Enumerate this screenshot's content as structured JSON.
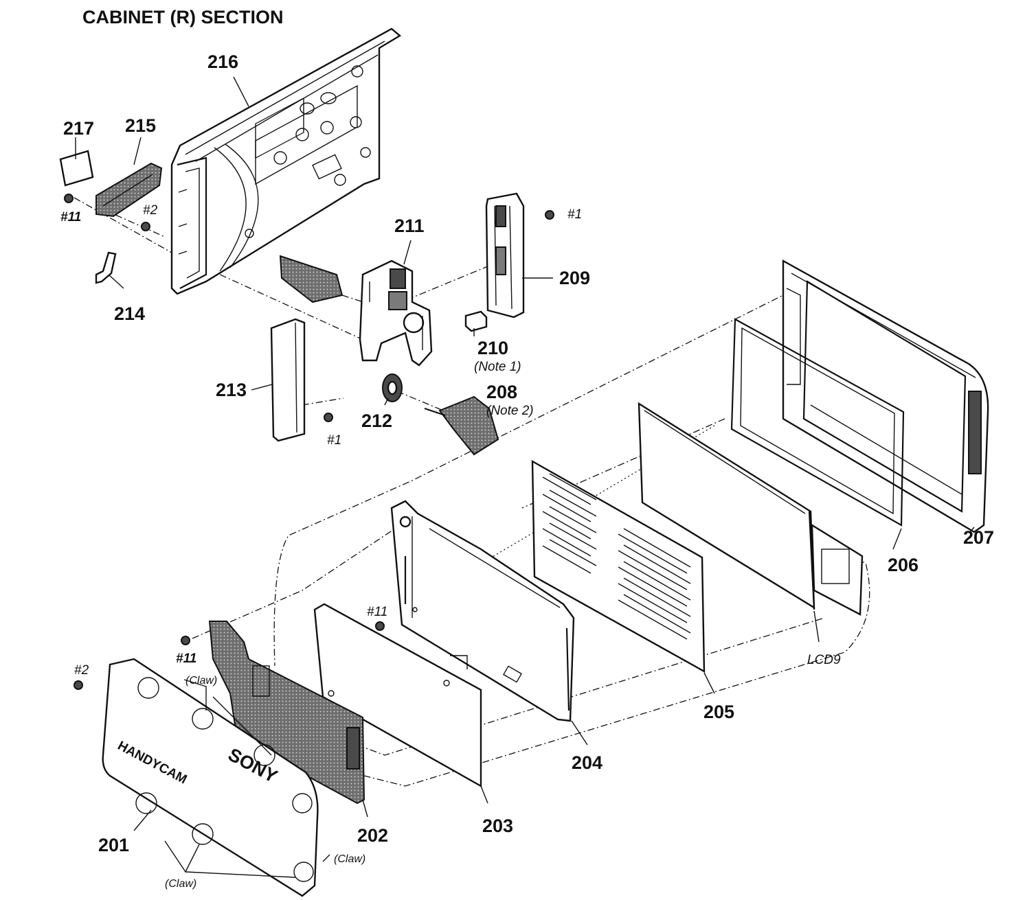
{
  "title": "CABINET (R) SECTION",
  "parts": {
    "p201": "201",
    "p202": "202",
    "p203": "203",
    "p204": "204",
    "p205": "205",
    "p206": "206",
    "p207": "207",
    "p208": "208",
    "p209": "209",
    "p210": "210",
    "p211": "211",
    "p212": "212",
    "p213": "213",
    "p214": "214",
    "p215": "215",
    "p216": "216",
    "p217": "217",
    "lcd9": "LCD9"
  },
  "notes": {
    "note1": "(Note 1)",
    "note2": "(Note 2)"
  },
  "screws": {
    "s1a": "#1",
    "s1b": "#1",
    "s2a": "#2",
    "s2b": "#2",
    "s11a": "#11",
    "s11b": "#11",
    "s11c": "#11"
  },
  "claws": {
    "c1": "(Claw)",
    "c2": "(Claw)",
    "c3": "(Claw)"
  },
  "markings": {
    "sony": "SONY",
    "handycam": "HANDYCAM"
  }
}
